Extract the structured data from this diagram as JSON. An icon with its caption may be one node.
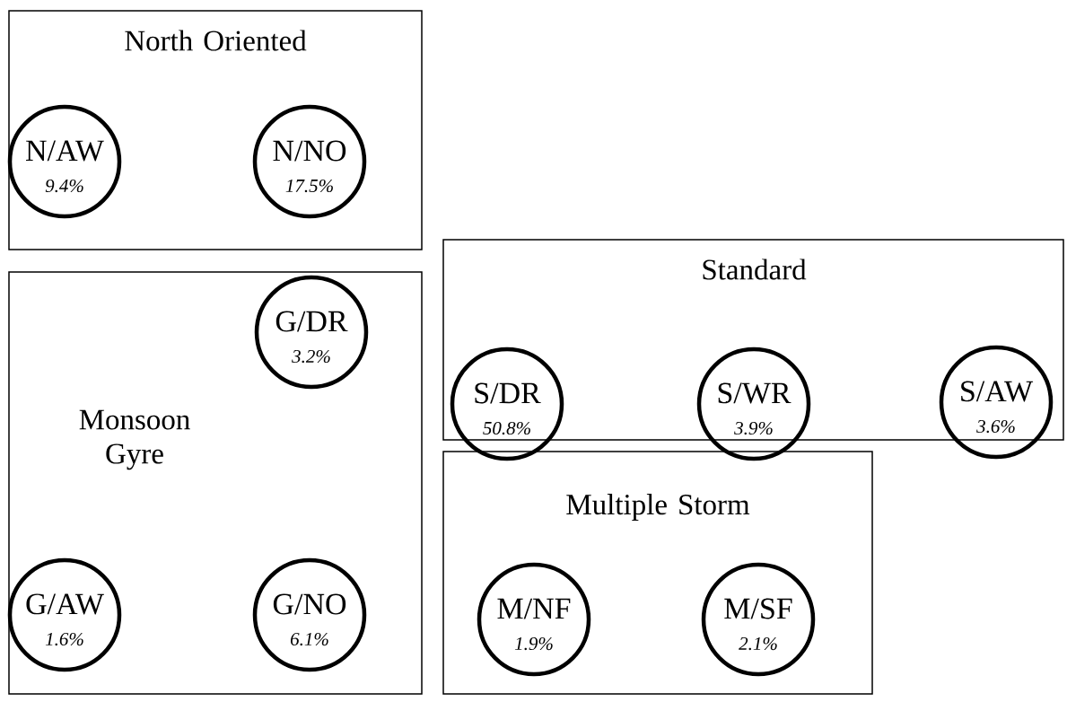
{
  "diagram": {
    "nodes": [
      {
        "text": [
          "North Oriented"
        ]
      },
      {
        "text": [
          "N/AW",
          "9.4%"
        ],
        "in": 0
      },
      {
        "text": [
          "N/NO",
          "17.5%"
        ],
        "in": 0
      },
      {
        "text": [
          "Standard"
        ]
      },
      {
        "text": [
          "S/DR",
          "50.8%"
        ],
        "in": 3
      },
      {
        "text": [
          "S/WR",
          "3.9%"
        ],
        "in": 3
      },
      {
        "text": [
          "S/AW",
          "3.6%"
        ],
        "in": 3
      },
      {
        "text": [
          "Monsoon Gyre"
        ]
      },
      {
        "text": [
          "G/DR",
          "3.2%"
        ],
        "in": 7
      },
      {
        "text": [
          "G/AW",
          "1.6%"
        ],
        "in": 7
      },
      {
        "text": [
          "G/NO",
          "6.1%"
        ],
        "in": 7
      },
      {
        "text": [
          "Multiple Storm"
        ]
      },
      {
        "text": [
          "M/NF",
          "1.9%"
        ],
        "in": 11
      },
      {
        "text": [
          "M/SF",
          "2.1%"
        ],
        "in": 11
      }
    ]
  }
}
